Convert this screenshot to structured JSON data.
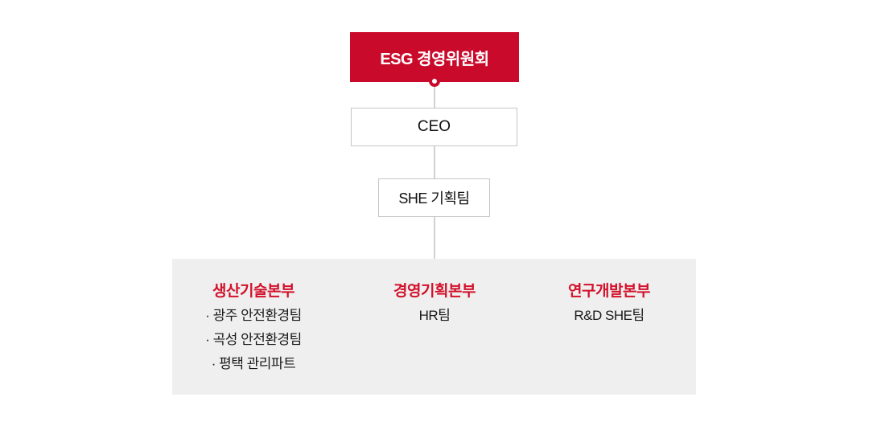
{
  "colors": {
    "committee_red": "#c90a2b",
    "division_title_red": "#d2112b",
    "panel_gray": "#efefef",
    "connector_gray": "#d2d2d2",
    "box_border_gray": "#c6c6c6"
  },
  "org_chart": {
    "committee": {
      "label": "ESG 경영위원회"
    },
    "ceo": {
      "label": "CEO"
    },
    "planning_team": {
      "label": "SHE 기획팀"
    },
    "divisions": [
      {
        "title": "생산기술본부",
        "teams": [
          "· 광주 안전환경팀",
          "· 곡성 안전환경팀",
          "· 평택 관리파트"
        ]
      },
      {
        "title": "경영기획본부",
        "teams": [
          "HR팀"
        ]
      },
      {
        "title": "연구개발본부",
        "teams": [
          "R&D SHE팀"
        ]
      }
    ]
  }
}
